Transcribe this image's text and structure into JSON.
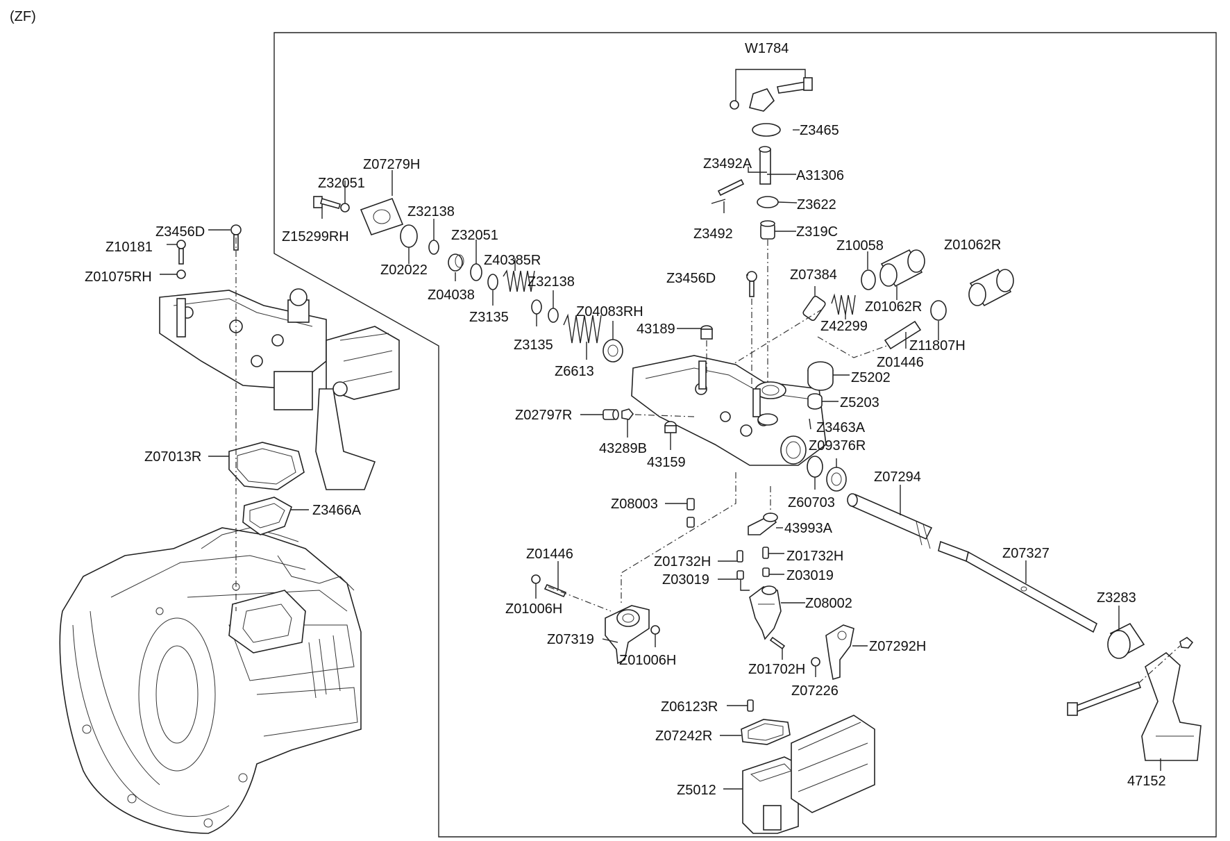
{
  "variant": "(ZF)",
  "labels": {
    "W1784": "W1784",
    "Z3465": "Z3465",
    "Z3492A": "Z3492A",
    "A31306": "A31306",
    "Z3622": "Z3622",
    "Z3492": "Z3492",
    "Z319C": "Z319C",
    "Z07279H": "Z07279H",
    "Z32051_a": "Z32051",
    "Z32138_a": "Z32138",
    "Z15299RH": "Z15299RH",
    "Z32051_b": "Z32051",
    "Z02022": "Z02022",
    "Z40385R": "Z40385R",
    "Z04038": "Z04038",
    "Z32138_b": "Z32138",
    "Z3135_a": "Z3135",
    "Z3135_b": "Z3135",
    "Z04083RH": "Z04083RH",
    "Z6613": "Z6613",
    "Z3456D_left": "Z3456D",
    "Z10181": "Z10181",
    "Z01075RH": "Z01075RH",
    "Z3456D_right": "Z3456D",
    "Z07384": "Z07384",
    "Z10058": "Z10058",
    "Z01062R_a": "Z01062R",
    "Z01062R_b": "Z01062R",
    "Z42299": "Z42299",
    "Z11807H": "Z11807H",
    "Z01446_a": "Z01446",
    "n43189": "43189",
    "Z5202": "Z5202",
    "Z5203": "Z5203",
    "Z02797R": "Z02797R",
    "Z3463A": "Z3463A",
    "n43289B": "43289B",
    "n43159": "43159",
    "Z09376R": "Z09376R",
    "Z60703": "Z60703",
    "Z07294": "Z07294",
    "Z07013R": "Z07013R",
    "Z3466A": "Z3466A",
    "Z08003": "Z08003",
    "n43993A": "43993A",
    "Z01446_b": "Z01446",
    "Z01732H_a": "Z01732H",
    "Z01732H_b": "Z01732H",
    "Z07327": "Z07327",
    "Z03019_a": "Z03019",
    "Z03019_b": "Z03019",
    "Z01006H_a": "Z01006H",
    "Z08002": "Z08002",
    "Z3283": "Z3283",
    "Z07319": "Z07319",
    "Z07292H": "Z07292H",
    "Z01006H_b": "Z01006H",
    "Z01702H": "Z01702H",
    "Z07226": "Z07226",
    "Z06123R": "Z06123R",
    "Z07242R": "Z07242R",
    "Z5012": "Z5012",
    "n47152": "47152"
  }
}
